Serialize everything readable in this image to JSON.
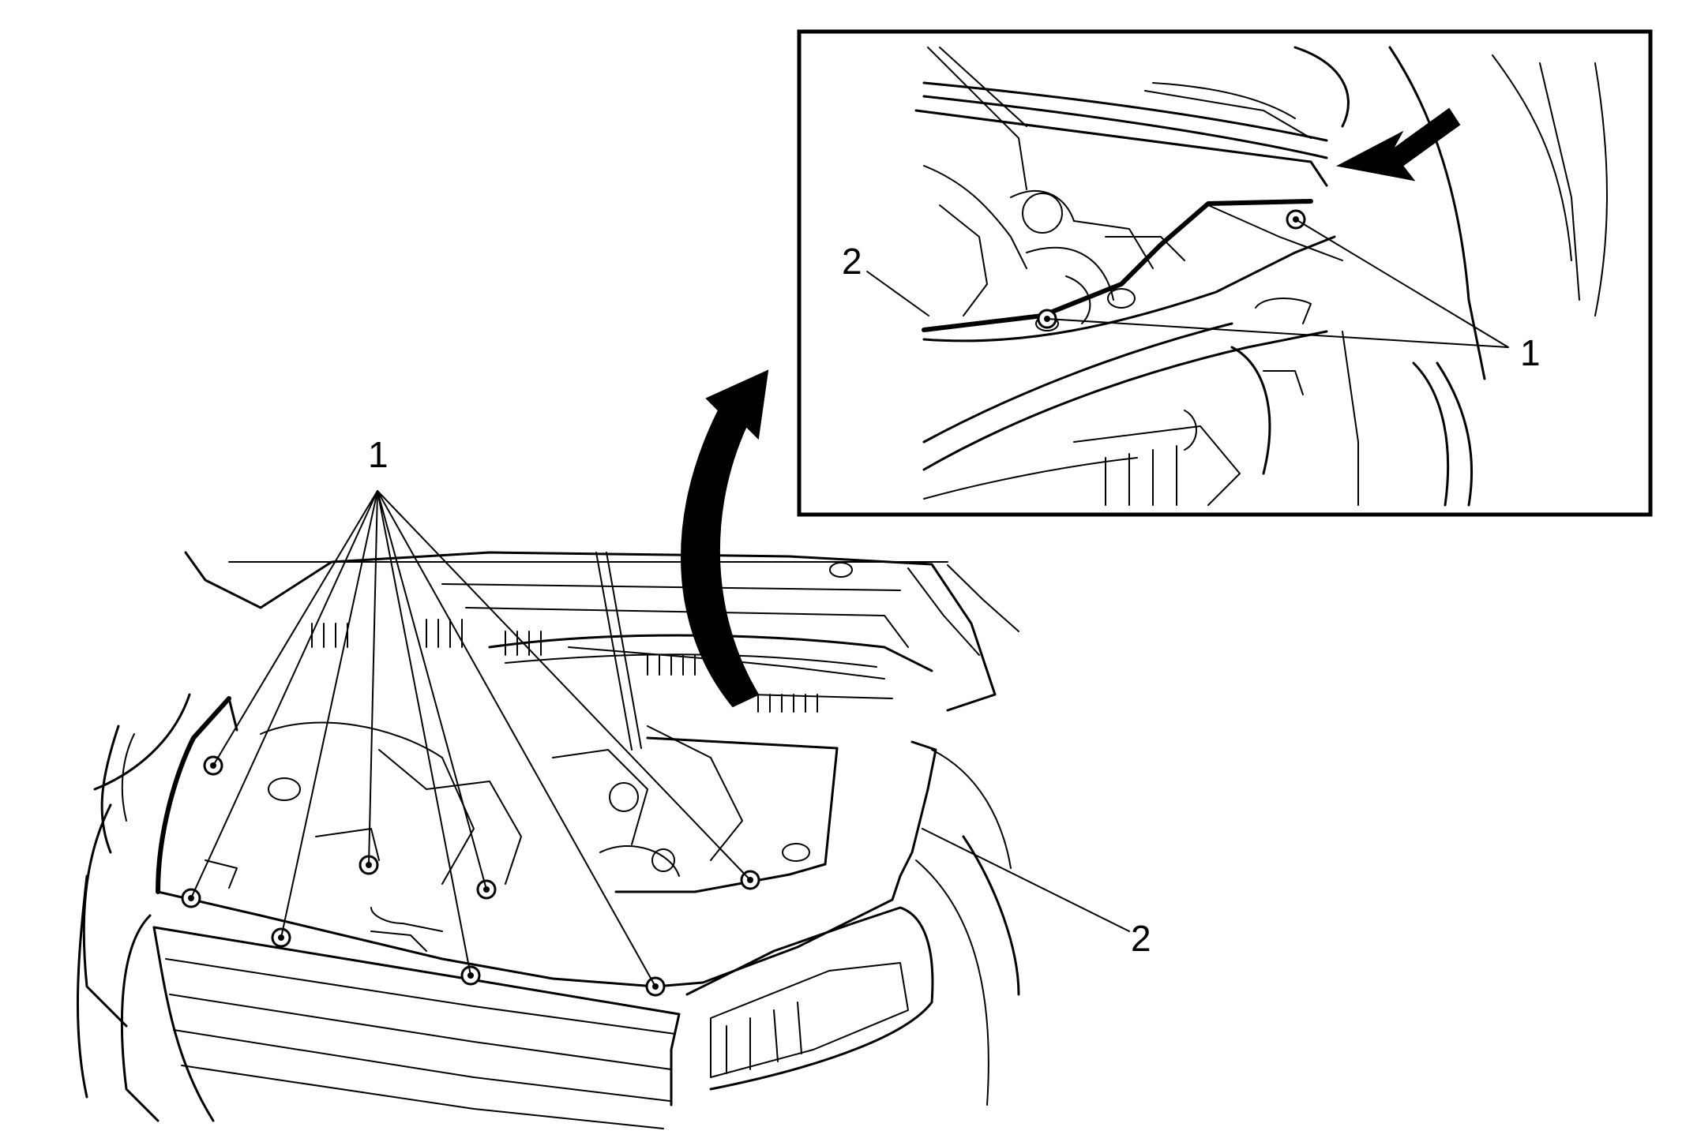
{
  "callouts": {
    "main_fasteners": "1",
    "main_panel": "2",
    "inset_panel": "2",
    "inset_fasteners": "1"
  },
  "colors": {
    "line": "#000000",
    "background": "#ffffff"
  }
}
